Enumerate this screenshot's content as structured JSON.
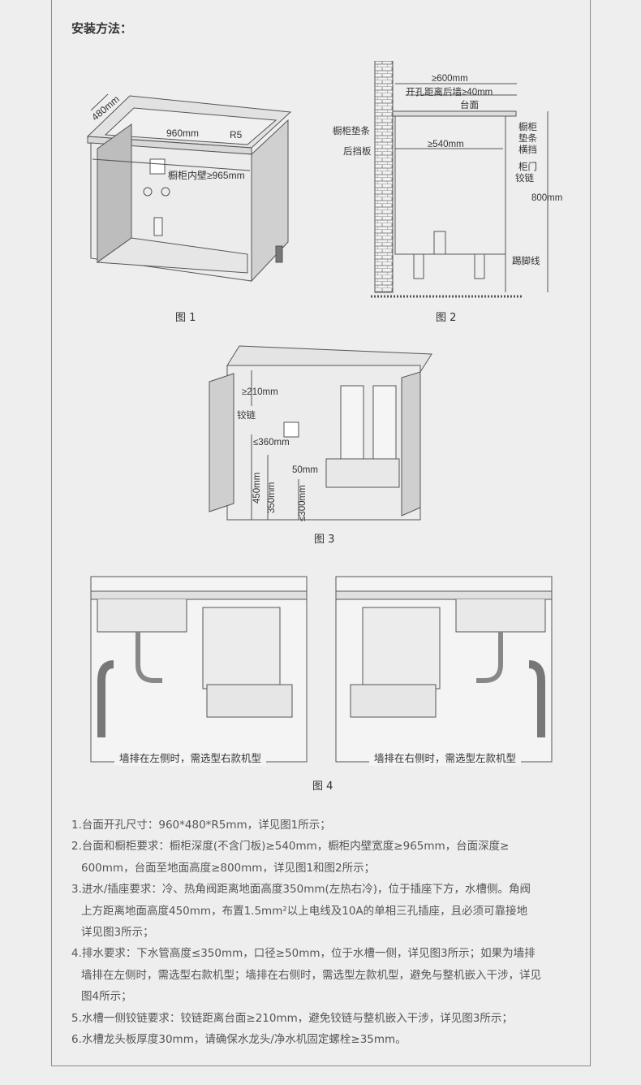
{
  "title": "安装方法：",
  "figures": {
    "fig1": {
      "caption": "图 1",
      "labels": {
        "depth": "480mm",
        "width": "960mm",
        "radius": "R5",
        "inner_wall": "橱柜内壁≥965mm"
      }
    },
    "fig2": {
      "caption": "图 2",
      "labels": {
        "top_depth": "≥600mm",
        "hole_to_wall": "开孔距离后墙≥40mm",
        "countertop": "台面",
        "cabinet_strip_left": "橱柜垫条",
        "back_panel": "后挡板",
        "cabinet_depth": "≥540mm",
        "cabinet_strip_right_1": "橱柜",
        "cabinet_strip_right_2": "垫条",
        "crossbar": "横挡",
        "door_hinge_1": "柜门",
        "door_hinge_2": "铰链",
        "height": "800mm",
        "kickboard": "踢脚线"
      }
    },
    "fig3": {
      "caption": "图 3",
      "labels": {
        "hinge_dist": "≥210mm",
        "hinge": "铰链",
        "side_dist": "≤360mm",
        "h450": "450mm",
        "h350": "350mm",
        "pipe_dia": "50mm",
        "h300": "≤300mm"
      }
    },
    "fig4": {
      "caption": "图 4",
      "left_caption": "墙排在左侧时，需选型右款机型",
      "right_caption": "墙排在右侧时，需选型左款机型"
    }
  },
  "notes": [
    "1.台面开孔尺寸：960*480*R5mm，详见图1所示；",
    "2.台面和橱柜要求：橱柜深度(不含门板)≥540mm，橱柜内壁宽度≥965mm，台面深度≥",
    "600mm，台面至地面高度≥800mm，详见图1和图2所示；",
    "3.进水/插座要求：冷、热角阀距离地面高度350mm(左热右冷)，位于插座下方，水槽侧。角阀",
    "上方距离地面高度450mm，布置1.5mm²以上电线及10A的单相三孔插座，且必须可靠接地",
    "详见图3所示；",
    "4.排水要求：下水管高度≤350mm，口径≥50mm，位于水槽一侧，详见图3所示；如果为墙排",
    "墙排在左侧时，需选型右款机型；墙排在右侧时，需选型左款机型，避免与整机嵌入干涉，详见",
    "图4所示；",
    "5.水槽一侧铰链要求：铰链距离台面≥210mm，避免铰链与整机嵌入干涉，详见图3所示；",
    "6.水槽龙头板厚度30mm，请确保水龙头/净水机固定螺栓≥35mm。"
  ]
}
